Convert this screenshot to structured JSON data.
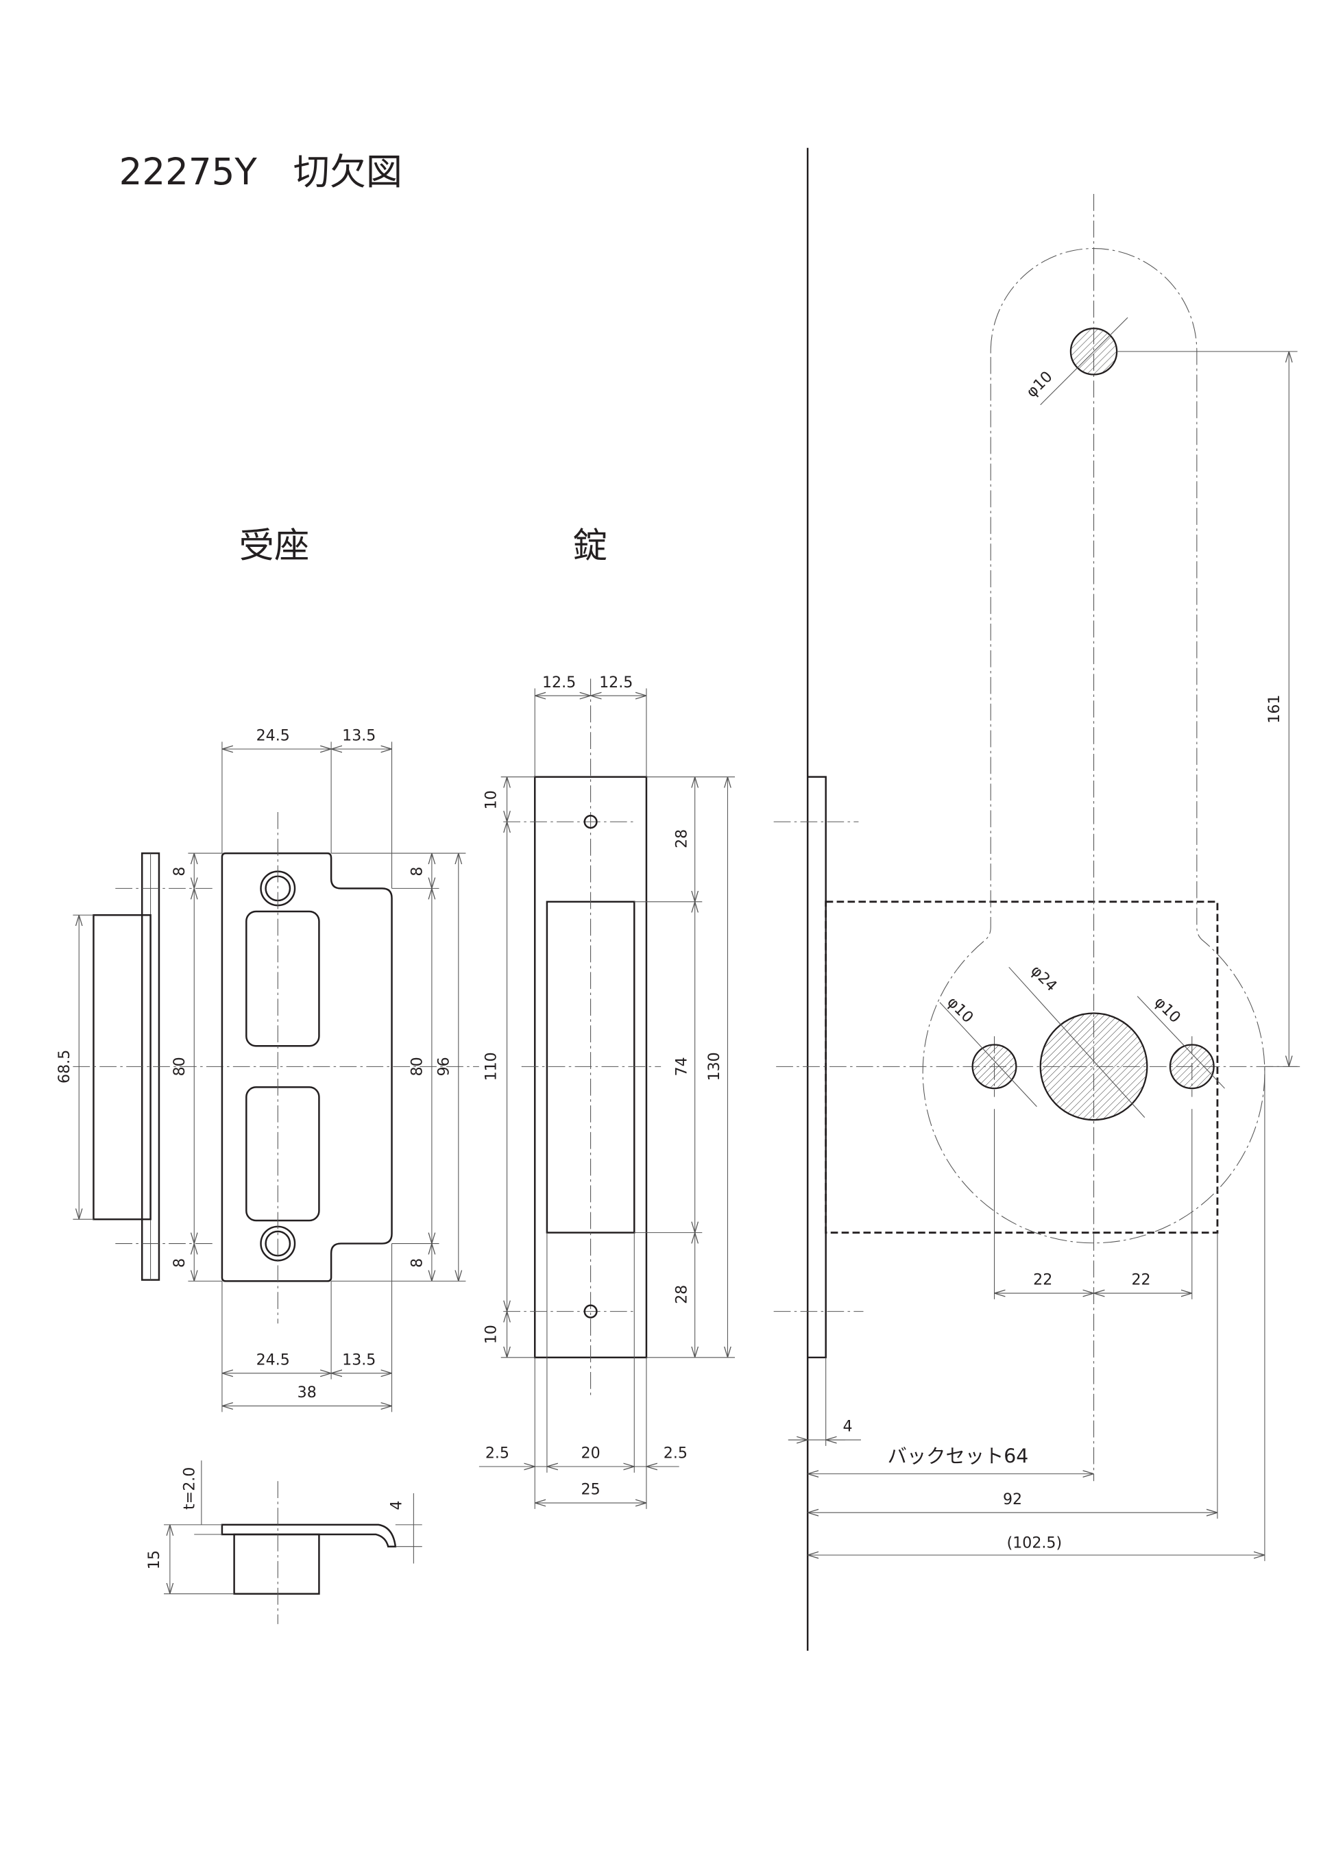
{
  "title": "22275Y　切欠図",
  "strike": {
    "heading": "受座",
    "dims": {
      "w1": "24.5",
      "w2": "13.5",
      "w1b": "24.5",
      "w2b": "13.5",
      "total_w": "38",
      "top8": "8",
      "mid80": "80",
      "bot8": "8",
      "rtop8": "8",
      "rmid80": "80",
      "rbot8": "8",
      "h96": "96",
      "box_h": "68.5",
      "thickness": "t=2.0",
      "depth": "15",
      "lip": "4"
    }
  },
  "lock": {
    "heading": "錠",
    "dims": {
      "top_l": "12.5",
      "top_r": "12.5",
      "l10a": "10",
      "l110": "110",
      "l10b": "10",
      "r28a": "28",
      "r74": "74",
      "r28b": "28",
      "h130": "130",
      "m_l": "2.5",
      "m_c": "20",
      "m_r": "2.5",
      "w25": "25"
    }
  },
  "cutout": {
    "dims": {
      "hole_top": "φ10",
      "hole_main": "φ24",
      "hole_l": "φ10",
      "hole_r": "φ10",
      "sp_l": "22",
      "sp_r": "22",
      "h161": "161",
      "edge4": "4",
      "backset": "バックセット64",
      "d92": "92",
      "d102": "(102.5)"
    }
  }
}
